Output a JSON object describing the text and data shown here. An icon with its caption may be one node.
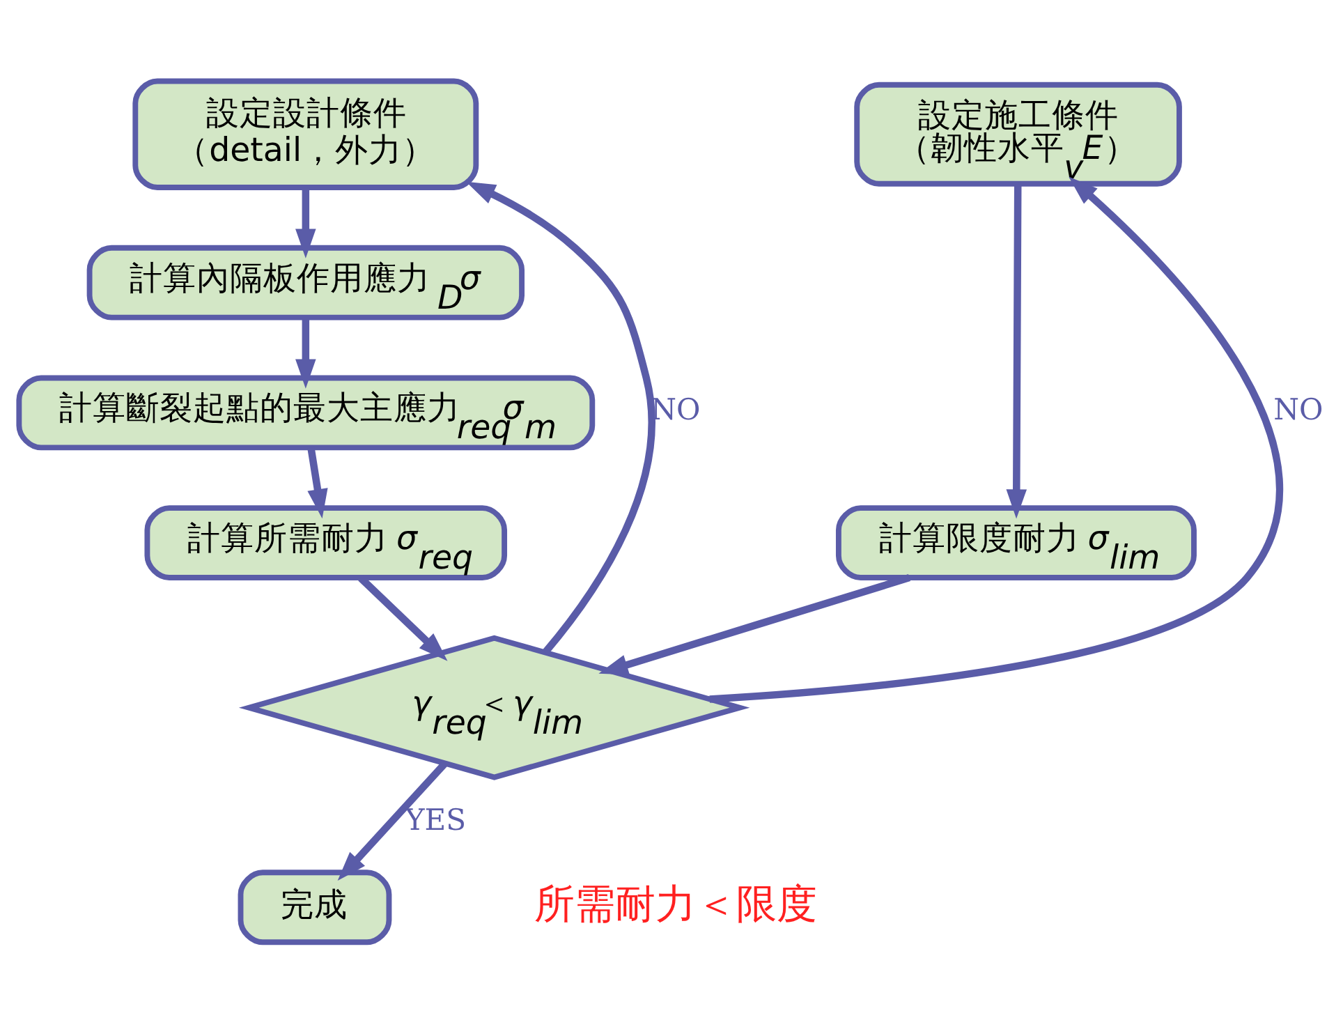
{
  "diagram": {
    "nodes": [
      {
        "text": [
          "設定設計條件",
          "（detail，外力）"
        ]
      },
      {
        "text": [
          "設定施工條件",
          "（韌性水平$_{v}$*E*）"
        ]
      },
      {
        "text": [
          "計算內隔板作用應力 $_{D}$*σ*"
        ]
      },
      {
        "text": [
          "計算斷裂起點的最大主應力$_{req}$*σ*$_{m}$"
        ]
      },
      {
        "text": [
          "計算所需耐力 *σ*$_{req}$"
        ]
      },
      {
        "text": [
          "計算限度耐力 *σ*$_{lim}$"
        ]
      },
      {
        "text": [
          "*γ*$_{req}$＜*γ*$_{lim}$"
        ]
      },
      {
        "text": [
          "完成"
        ]
      }
    ],
    "edges": [
      {
        "from": 0,
        "to": 2,
        "arrow": "to"
      },
      {
        "from": 2,
        "to": 3,
        "arrow": "to"
      },
      {
        "from": 3,
        "to": 4,
        "arrow": "to"
      },
      {
        "from": 1,
        "to": 5,
        "arrow": "to"
      },
      {
        "from": 4,
        "to": 6,
        "arrow": "to"
      },
      {
        "from": 5,
        "to": 6,
        "arrow": "to"
      },
      {
        "from": 6,
        "to": 0,
        "arrow": "to",
        "label": "NO"
      },
      {
        "from": 6,
        "to": 1,
        "arrow": "to",
        "label": "NO"
      },
      {
        "from": 6,
        "to": 7,
        "arrow": "to",
        "label": "YES"
      }
    ],
    "labels": [
      "所需耐力＜限度"
    ]
  }
}
